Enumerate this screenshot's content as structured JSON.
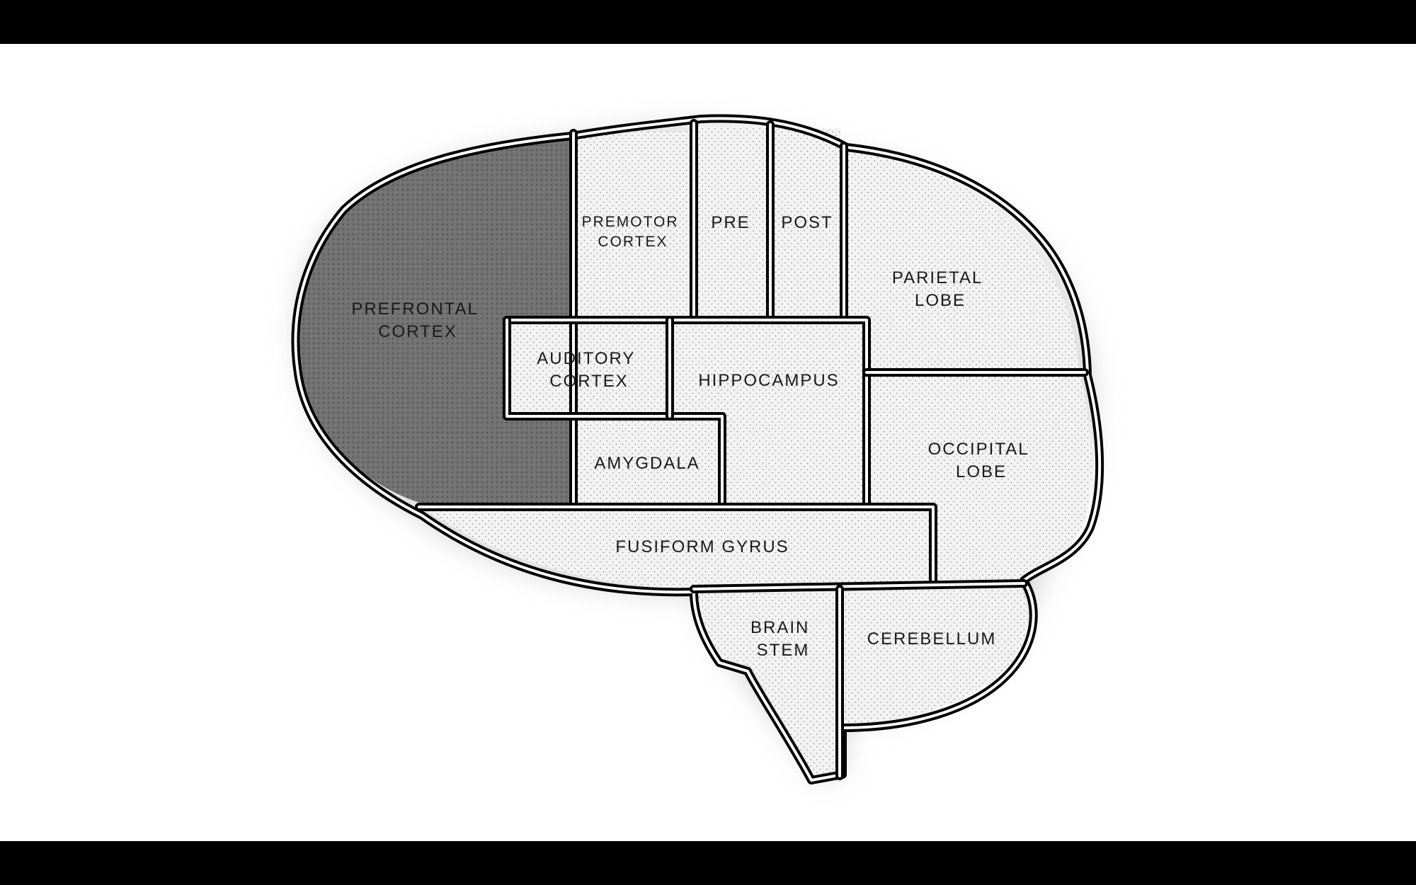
{
  "diagram": {
    "colors": {
      "background": "#ffffff",
      "letterbox": "#000000",
      "highlight": "#6e6e6e",
      "region_fill": "#f2f2f2",
      "outline": "#000000"
    },
    "regions": {
      "prefrontal": [
        "PREFRONTAL",
        "CORTEX"
      ],
      "premotor": [
        "PREMOTOR",
        "CORTEX"
      ],
      "pre": [
        "PRE"
      ],
      "post": [
        "POST"
      ],
      "parietal": [
        "PARIETAL",
        "LOBE"
      ],
      "auditory": [
        "AUDITORY",
        "CORTEX"
      ],
      "hippocampus": [
        "HIPPOCAMPUS"
      ],
      "occipital": [
        "OCCIPITAL",
        "LOBE"
      ],
      "amygdala": [
        "AMYGDALA"
      ],
      "fusiform": [
        "FUSIFORM GYRUS"
      ],
      "brainstem": [
        "BRAIN",
        "STEM"
      ],
      "cerebellum": [
        "CEREBELLUM"
      ]
    },
    "highlighted_region": "prefrontal"
  }
}
